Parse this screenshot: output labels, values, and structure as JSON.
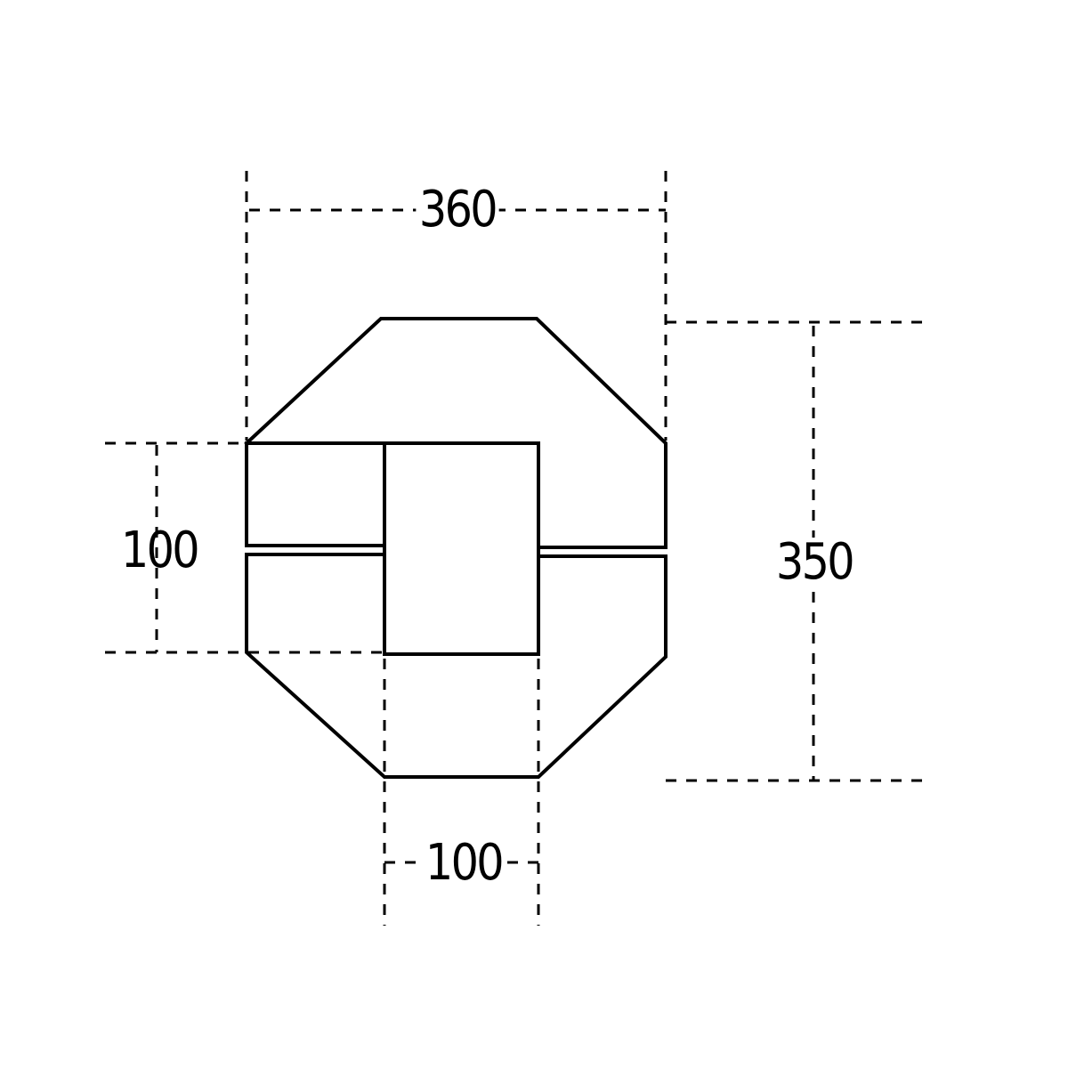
{
  "drawing": {
    "type": "technical-dimension-drawing",
    "shape": "octagonal plate with central rectangle and horizontal split",
    "line_color": "#000000",
    "background_color": "#ffffff"
  },
  "dimensions": {
    "overall_width": {
      "value": "360",
      "position": "top"
    },
    "overall_height": {
      "value": "350",
      "position": "right"
    },
    "left_side_height": {
      "value": "100",
      "position": "left"
    },
    "center_width": {
      "value": "100",
      "position": "bottom"
    }
  }
}
